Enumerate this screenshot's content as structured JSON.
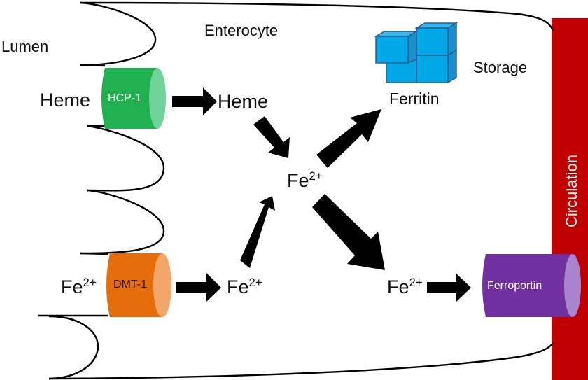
{
  "title": "Intestinal iron absorption in the enterocyte",
  "regions": {
    "lumen": "Lumen",
    "enterocyte": "Enterocyte",
    "storage": "Storage",
    "circulation": "Circulation"
  },
  "transporters": {
    "hcp1": {
      "label": "HCP-1",
      "color": "#1fb04f",
      "cap_color": "#6fd39a"
    },
    "dmt1": {
      "label": "DMT-1",
      "color": "#e46c0a",
      "cap_color": "#f2a66a"
    },
    "ferroportin": {
      "label": "Ferroportin",
      "color": "#7030a0",
      "cap_color": "#a985cf"
    }
  },
  "nodes": {
    "heme_lumen": "Heme",
    "heme_cell": "Heme",
    "fe_lumen": {
      "base": "Fe",
      "charge": "2+"
    },
    "fe_after_dmt": {
      "base": "Fe",
      "charge": "2+"
    },
    "fe_center": {
      "base": "Fe",
      "charge": "2+"
    },
    "fe_export": {
      "base": "Fe",
      "charge": "2+"
    },
    "ferritin": "Ferritin"
  },
  "edges": [
    {
      "from": "HCP-1",
      "to": "Heme"
    },
    {
      "from": "Heme",
      "to": "Fe2+ (center)"
    },
    {
      "from": "DMT-1",
      "to": "Fe2+"
    },
    {
      "from": "Fe2+",
      "to": "Fe2+ (center)"
    },
    {
      "from": "Fe2+ (center)",
      "to": "Ferritin"
    },
    {
      "from": "Fe2+ (center)",
      "to": "Fe2+ (export)"
    },
    {
      "from": "Fe2+ (export)",
      "to": "Ferroportin"
    }
  ],
  "colors": {
    "circulation": "#c00000",
    "ferritin_fill": "#00a8e8",
    "ferritin_stroke": "#2f5e8e",
    "arrow": "#000000",
    "membrane": "#000000"
  }
}
